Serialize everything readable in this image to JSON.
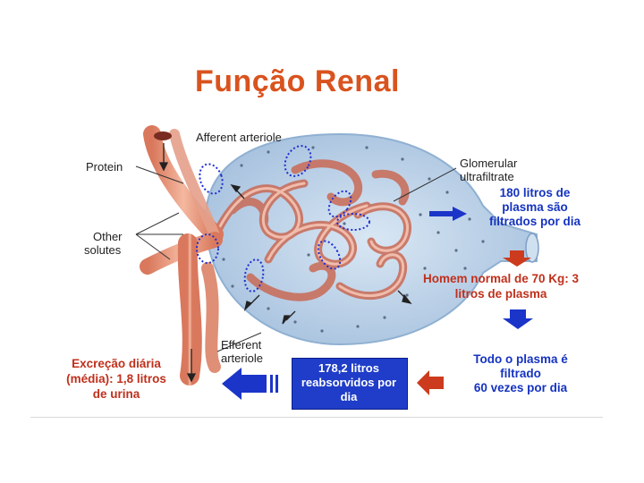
{
  "title": "Função Renal",
  "labels": {
    "afferent": "Afferent arteriole",
    "protein": "Protein",
    "other_solutes_1": "Other",
    "other_solutes_2": "solutes",
    "glomerular_1": "Glomerular",
    "glomerular_2": "ultrafiltrate",
    "efferent_1": "Efferent",
    "efferent_2": "arteriole"
  },
  "notes": {
    "filtered_1": "180 litros de",
    "filtered_2": "plasma são",
    "filtered_3": "filtrados por dia",
    "man_1": "Homem normal de 70 Kg: 3",
    "man_2": "litros de plasma",
    "all_plasma_1": "Todo o plasma é",
    "all_plasma_2": "filtrado",
    "all_plasma_3": "60 vezes por dia",
    "reabsorbed_1": "178,2 litros",
    "reabsorbed_2": "reabsorvidos",
    "reabsorbed_3": "por  dia",
    "excretion_1": "Excreção diária",
    "excretion_2": "(média): 1,8 litros",
    "excretion_3": "de urina"
  },
  "colors": {
    "title": "#d9531e",
    "blue_text": "#1533c0",
    "red_text": "#c0301c",
    "box": "#1f3dc8",
    "vessel": "#e8967a",
    "capsule": "#b9cfe6"
  }
}
